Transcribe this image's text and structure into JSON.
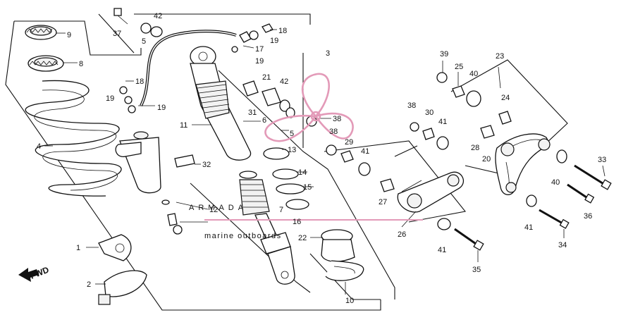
{
  "watermark": {
    "brand": "ARMADA",
    "tagline": "marine outboards",
    "pink": "#e39ab8",
    "ink": "#111111"
  },
  "direction": {
    "label": "FWD"
  },
  "callouts": [
    {
      "id": "c1",
      "label": "1"
    },
    {
      "id": "c2",
      "label": "2"
    },
    {
      "id": "c3",
      "label": "3"
    },
    {
      "id": "c4",
      "label": "4"
    },
    {
      "id": "c5a",
      "label": "5"
    },
    {
      "id": "c5b",
      "label": "5"
    },
    {
      "id": "c6",
      "label": "6"
    },
    {
      "id": "c7",
      "label": "7"
    },
    {
      "id": "c8",
      "label": "8"
    },
    {
      "id": "c9",
      "label": "9"
    },
    {
      "id": "c10",
      "label": "10"
    },
    {
      "id": "c11",
      "label": "11"
    },
    {
      "id": "c12",
      "label": "12"
    },
    {
      "id": "c13",
      "label": "13"
    },
    {
      "id": "c14",
      "label": "14"
    },
    {
      "id": "c15",
      "label": "15"
    },
    {
      "id": "c16",
      "label": "16"
    },
    {
      "id": "c17",
      "label": "17"
    },
    {
      "id": "c18a",
      "label": "18"
    },
    {
      "id": "c18b",
      "label": "18"
    },
    {
      "id": "c19a",
      "label": "19"
    },
    {
      "id": "c19b",
      "label": "19"
    },
    {
      "id": "c19c",
      "label": "19"
    },
    {
      "id": "c19d",
      "label": "19"
    },
    {
      "id": "c20",
      "label": "20"
    },
    {
      "id": "c21",
      "label": "21"
    },
    {
      "id": "c22",
      "label": "22"
    },
    {
      "id": "c23",
      "label": "23"
    },
    {
      "id": "c24",
      "label": "24"
    },
    {
      "id": "c25",
      "label": "25"
    },
    {
      "id": "c26",
      "label": "26"
    },
    {
      "id": "c27",
      "label": "27"
    },
    {
      "id": "c28",
      "label": "28"
    },
    {
      "id": "c29",
      "label": "29"
    },
    {
      "id": "c30",
      "label": "30"
    },
    {
      "id": "c31",
      "label": "31"
    },
    {
      "id": "c32",
      "label": "32"
    },
    {
      "id": "c33",
      "label": "33"
    },
    {
      "id": "c34",
      "label": "34"
    },
    {
      "id": "c35",
      "label": "35"
    },
    {
      "id": "c36",
      "label": "36"
    },
    {
      "id": "c37",
      "label": "37"
    },
    {
      "id": "c38a",
      "label": "38"
    },
    {
      "id": "c38b",
      "label": "38"
    },
    {
      "id": "c38c",
      "label": "38"
    },
    {
      "id": "c39",
      "label": "39"
    },
    {
      "id": "c40a",
      "label": "40"
    },
    {
      "id": "c40b",
      "label": "40"
    },
    {
      "id": "c41a",
      "label": "41"
    },
    {
      "id": "c41b",
      "label": "41"
    },
    {
      "id": "c41c",
      "label": "41"
    },
    {
      "id": "c41d",
      "label": "41"
    },
    {
      "id": "c42a",
      "label": "42"
    },
    {
      "id": "c42b",
      "label": "42"
    }
  ]
}
